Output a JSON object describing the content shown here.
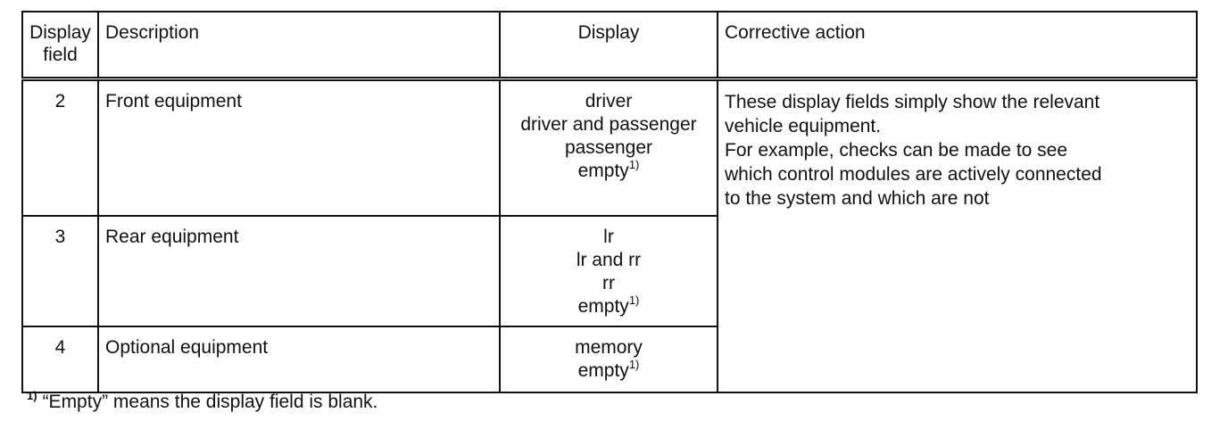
{
  "table": {
    "headers": {
      "field": "Display field",
      "description": "Description",
      "display": "Display",
      "action": "Corrective action"
    },
    "rows": [
      {
        "field": "2",
        "description": "Front equipment",
        "display": [
          "driver",
          "driver and passenger",
          "passenger",
          "empty"
        ],
        "display_footnote_on": [
          false,
          false,
          false,
          true
        ]
      },
      {
        "field": "3",
        "description": "Rear equipment",
        "display": [
          "lr",
          "lr and rr",
          "rr",
          "empty"
        ],
        "display_footnote_on": [
          false,
          false,
          false,
          true
        ]
      },
      {
        "field": "4",
        "description": "Optional equipment",
        "display": [
          "memory",
          "empty"
        ],
        "display_footnote_on": [
          false,
          true
        ]
      }
    ],
    "corrective_action": [
      "These display fields simply show the relevant",
      "vehicle equipment.",
      "For example, checks can be made to see",
      "which control modules are actively connected",
      "to the system and which are not"
    ],
    "footnote_marker": "1)"
  },
  "footnote": {
    "marker": "1)",
    "text": "“Empty” means the display field is blank."
  }
}
